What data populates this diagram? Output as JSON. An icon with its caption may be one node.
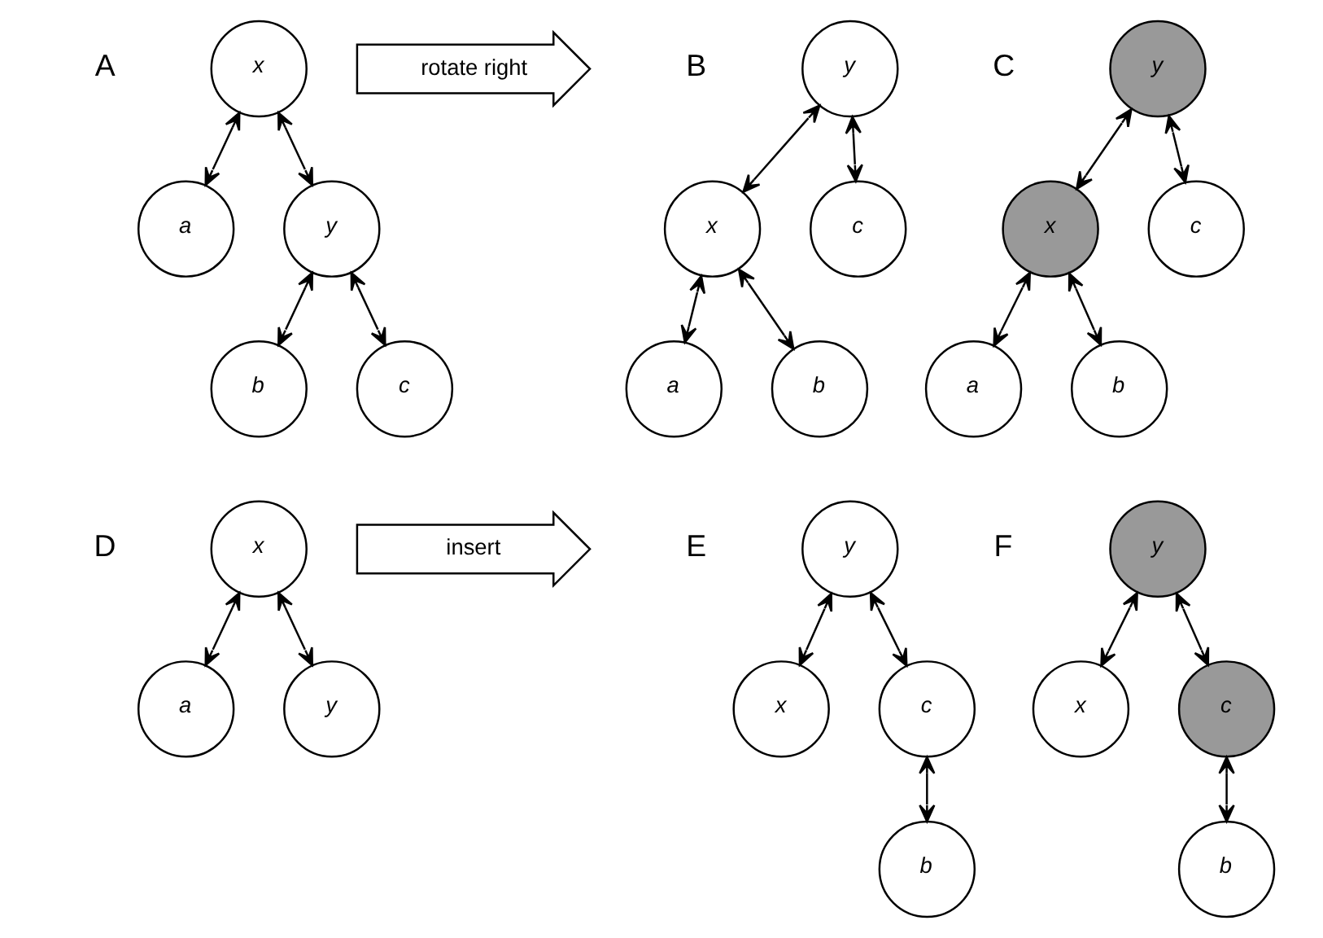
{
  "diagram": {
    "nodes": [
      {
        "text": [
          "x"
        ]
      },
      {
        "text": [
          "a"
        ]
      },
      {
        "text": [
          "y"
        ]
      },
      {
        "text": [
          "b"
        ]
      },
      {
        "text": [
          "c"
        ]
      },
      {
        "text": [
          "rotate right"
        ]
      },
      {
        "text": [
          "y"
        ]
      },
      {
        "text": [
          "x"
        ]
      },
      {
        "text": [
          "c"
        ]
      },
      {
        "text": [
          "a"
        ]
      },
      {
        "text": [
          "b"
        ]
      },
      {
        "text": [
          "y"
        ]
      },
      {
        "text": [
          "x"
        ]
      },
      {
        "text": [
          "c"
        ]
      },
      {
        "text": [
          "a"
        ]
      },
      {
        "text": [
          "b"
        ]
      },
      {
        "text": [
          "x"
        ]
      },
      {
        "text": [
          "a"
        ]
      },
      {
        "text": [
          "y"
        ]
      },
      {
        "text": [
          "insert"
        ]
      },
      {
        "text": [
          "y"
        ]
      },
      {
        "text": [
          "x"
        ]
      },
      {
        "text": [
          "c"
        ]
      },
      {
        "text": [
          "b"
        ]
      },
      {
        "text": [
          "y"
        ]
      },
      {
        "text": [
          "x"
        ]
      },
      {
        "text": [
          "c"
        ]
      },
      {
        "text": [
          "b"
        ]
      }
    ],
    "edges": [
      {
        "from": 0,
        "to": 1,
        "arrow": "both"
      },
      {
        "from": 0,
        "to": 2,
        "arrow": "both"
      },
      {
        "from": 2,
        "to": 3,
        "arrow": "both"
      },
      {
        "from": 2,
        "to": 4,
        "arrow": "both"
      },
      {
        "from": 6,
        "to": 7,
        "arrow": "both"
      },
      {
        "from": 6,
        "to": 8,
        "arrow": "both"
      },
      {
        "from": 7,
        "to": 9,
        "arrow": "both"
      },
      {
        "from": 7,
        "to": 10,
        "arrow": "both"
      },
      {
        "from": 11,
        "to": 12,
        "arrow": "both"
      },
      {
        "from": 11,
        "to": 13,
        "arrow": "both"
      },
      {
        "from": 12,
        "to": 14,
        "arrow": "both"
      },
      {
        "from": 12,
        "to": 15,
        "arrow": "both"
      },
      {
        "from": 16,
        "to": 17,
        "arrow": "both"
      },
      {
        "from": 16,
        "to": 18,
        "arrow": "both"
      },
      {
        "from": 20,
        "to": 21,
        "arrow": "both"
      },
      {
        "from": 20,
        "to": 22,
        "arrow": "both"
      },
      {
        "from": 22,
        "to": 23,
        "arrow": "both"
      },
      {
        "from": 24,
        "to": 25,
        "arrow": "both"
      },
      {
        "from": 24,
        "to": 26,
        "arrow": "both"
      },
      {
        "from": 26,
        "to": 27,
        "arrow": "both"
      }
    ],
    "labels": [
      "A",
      "B",
      "C",
      "D",
      "E",
      "F"
    ]
  }
}
